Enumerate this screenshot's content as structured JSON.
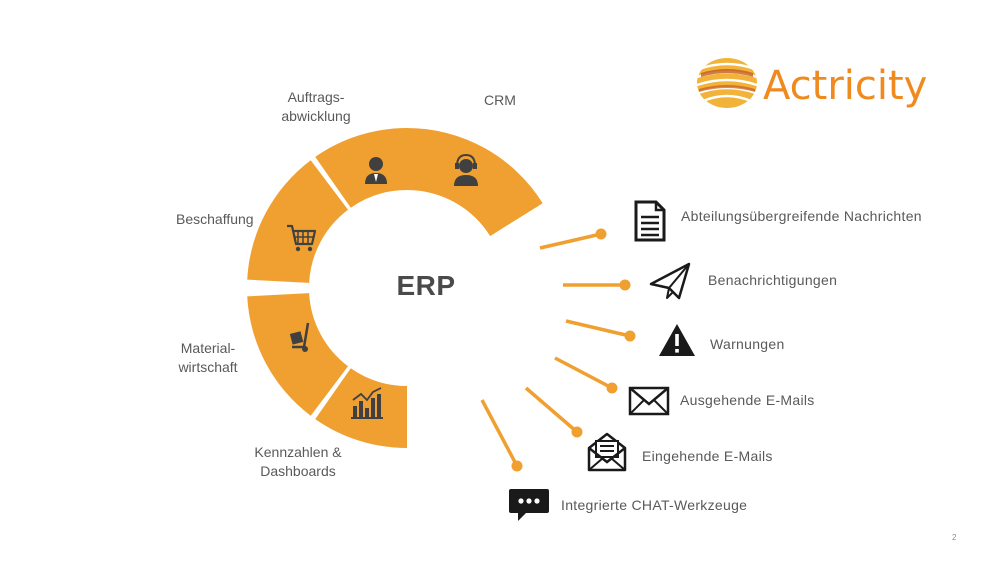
{
  "logo": {
    "text": "Actricity"
  },
  "diagram": {
    "center_label": "ERP",
    "segments": [
      {
        "id": "auftrag",
        "lines": [
          "Auftrags-",
          "abwicklung"
        ],
        "icon": "businessman-icon"
      },
      {
        "id": "crm",
        "lines": [
          "CRM"
        ],
        "icon": "support-agent-icon"
      },
      {
        "id": "beschaffung",
        "lines": [
          "Beschaffung"
        ],
        "icon": "shopping-cart-icon"
      },
      {
        "id": "material",
        "lines": [
          "Material-",
          "wirtschaft"
        ],
        "icon": "hand-truck-icon"
      },
      {
        "id": "kennzahlen",
        "lines": [
          "Kennzahlen &",
          "Dashboards"
        ],
        "icon": "bar-chart-icon"
      }
    ],
    "features": [
      {
        "label": "Abteilungsübergreifende  Nachrichten",
        "icon": "document-icon"
      },
      {
        "label": "Benachrichtigungen",
        "icon": "paper-plane-icon"
      },
      {
        "label": "Warnungen",
        "icon": "warning-icon"
      },
      {
        "label": "Ausgehende  E-Mails",
        "icon": "envelope-icon"
      },
      {
        "label": "Eingehende  E-Mails",
        "icon": "open-envelope-icon"
      },
      {
        "label": "Integrierte  CHAT-Werkzeuge",
        "icon": "chat-bubble-icon"
      }
    ]
  },
  "page_number": "2",
  "colors": {
    "accent": "#f0a030",
    "icon_dark": "#404040",
    "text": "#595959",
    "logo": "#ef8a1e"
  }
}
